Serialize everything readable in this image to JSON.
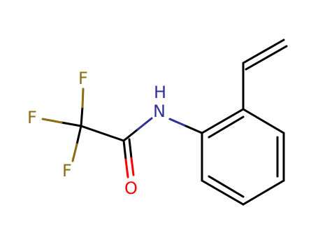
{
  "molecule": {
    "atom_labels": {
      "F1": "F",
      "F2": "F",
      "F3": "F",
      "N": "N",
      "H": "H",
      "O": "O"
    },
    "colors": {
      "bond": "#000000",
      "fluorine": "#8b6d12",
      "nitrogen": "#30309b",
      "oxygen": "#ff0000"
    }
  }
}
